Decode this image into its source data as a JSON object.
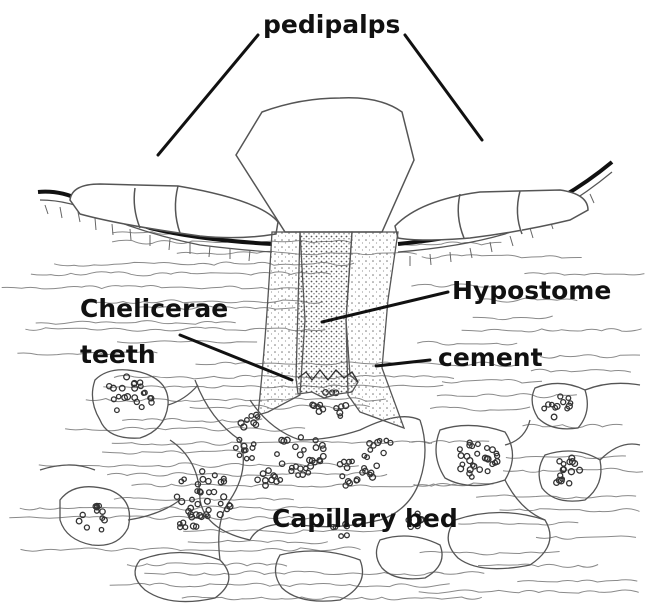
{
  "labels": {
    "pedipalps": "pedipalps",
    "hypostome": "Hypostome",
    "chelicerae": "Chelicerae",
    "teeth": "teeth",
    "cement": "cement",
    "capillary_bed": "Capillary bed"
  },
  "colors": {
    "ink": "#111111",
    "sketch": "#555555",
    "tissue_line": "#8a8a8a",
    "cement_fill": "#eeeeee",
    "blood_cell": "#333333"
  }
}
